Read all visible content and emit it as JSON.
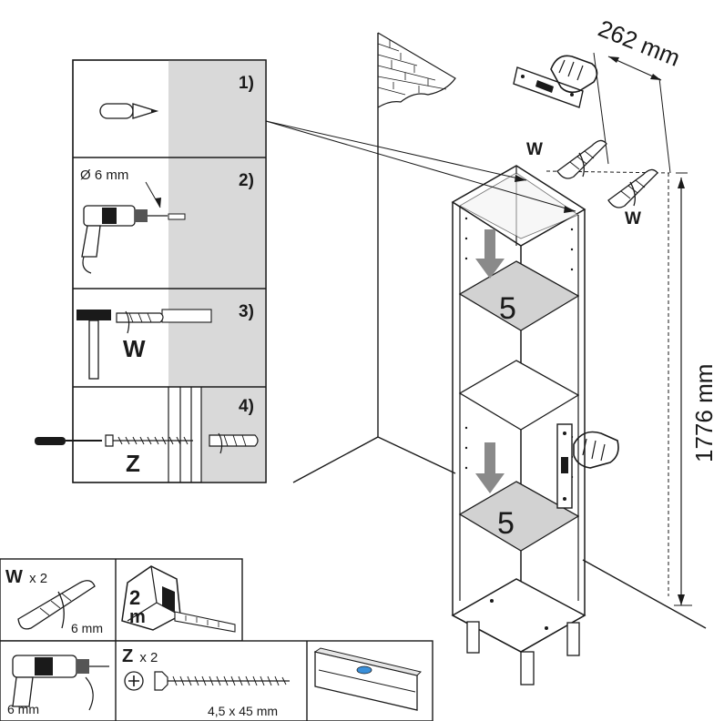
{
  "steps": [
    {
      "number": "1)"
    },
    {
      "number": "2)",
      "drill_size": "Ø 6 mm"
    },
    {
      "number": "3)",
      "part_letter": "W"
    },
    {
      "number": "4)",
      "part_letter": "Z"
    }
  ],
  "main": {
    "wall_offset": "262 mm",
    "mount_height": "1776 mm",
    "anchor_label_left": "W",
    "anchor_label_right": "W",
    "shelf_count_upper": "5",
    "shelf_count_lower": "5"
  },
  "parts": {
    "anchor": {
      "letter": "W",
      "qty": "x 2",
      "size": "6 mm"
    },
    "tape": {
      "value": "2",
      "unit": "m"
    },
    "drill": {
      "size": "6 mm"
    },
    "screw": {
      "letter": "Z",
      "qty": "x 2",
      "size": "4,5 x 45 mm"
    }
  },
  "colors": {
    "ink": "#1a1a1a",
    "wall_grey": "#d9d9d9",
    "shelf_grey": "#d2d2d2",
    "level_bubble": "#3a8fd9"
  }
}
